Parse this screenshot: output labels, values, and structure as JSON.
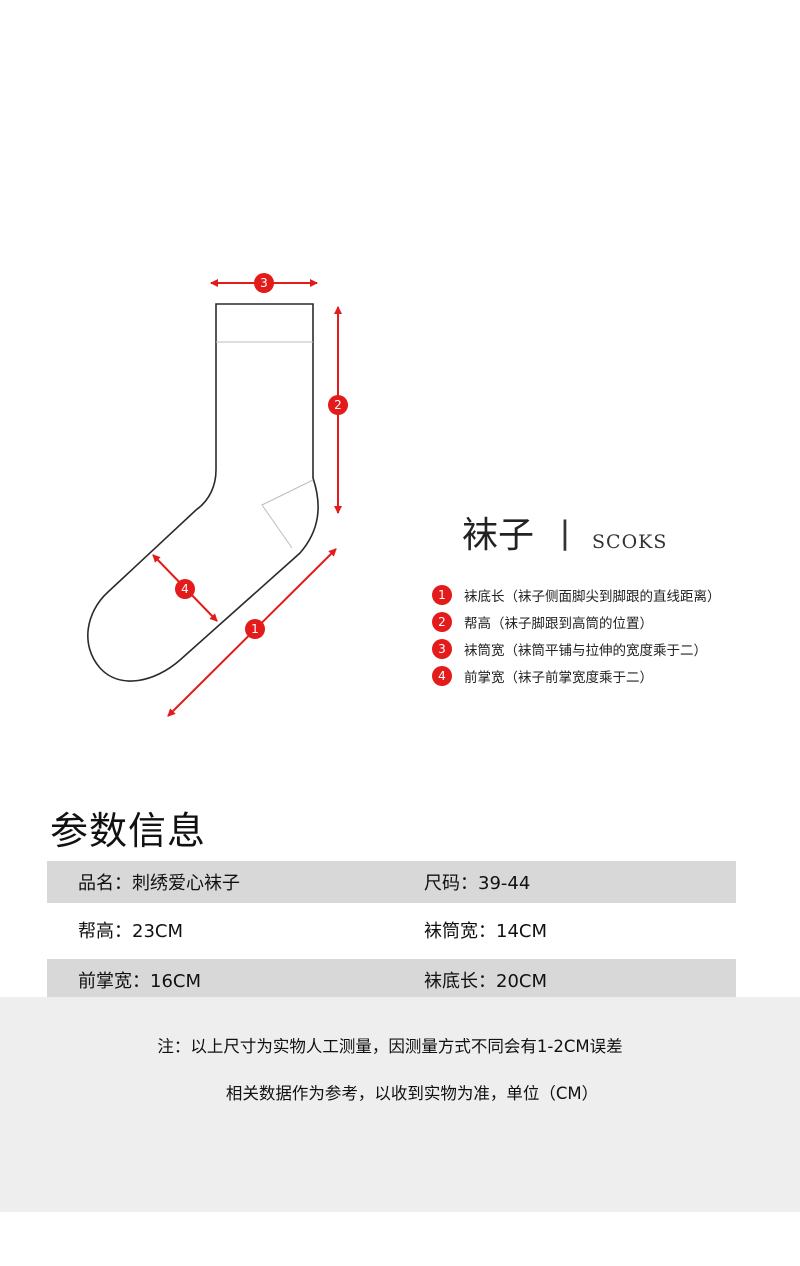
{
  "diagram": {
    "markers": [
      "1",
      "2",
      "3",
      "4"
    ],
    "accent_color": "#e31b1b",
    "outline_color": "#333333"
  },
  "product_title": {
    "name_cn": "袜子",
    "separator": "丨",
    "name_en": "SCOKS"
  },
  "legend": [
    {
      "num": "1",
      "text": "袜底长（袜子侧面脚尖到脚跟的直线距离）"
    },
    {
      "num": "2",
      "text": "帮高（袜子脚跟到高筒的位置）"
    },
    {
      "num": "3",
      "text": "袜筒宽（袜筒平铺与拉伸的宽度乘于二）"
    },
    {
      "num": "4",
      "text": "前掌宽（袜子前掌宽度乘于二）"
    }
  ],
  "params": {
    "title": "参数信息",
    "rows": [
      {
        "left": "品名：刺绣爱心袜子",
        "right": "尺码：39-44"
      },
      {
        "left": "帮高：23CM",
        "right": "袜筒宽：14CM"
      },
      {
        "left": "前掌宽：16CM",
        "right": "袜底长：20CM"
      }
    ]
  },
  "note": {
    "line1": "注：以上尺寸为实物人工测量，因测量方式不同会有1-2CM误差",
    "line2": "相关数据作为参考，以收到实物为准，单位（CM）"
  }
}
